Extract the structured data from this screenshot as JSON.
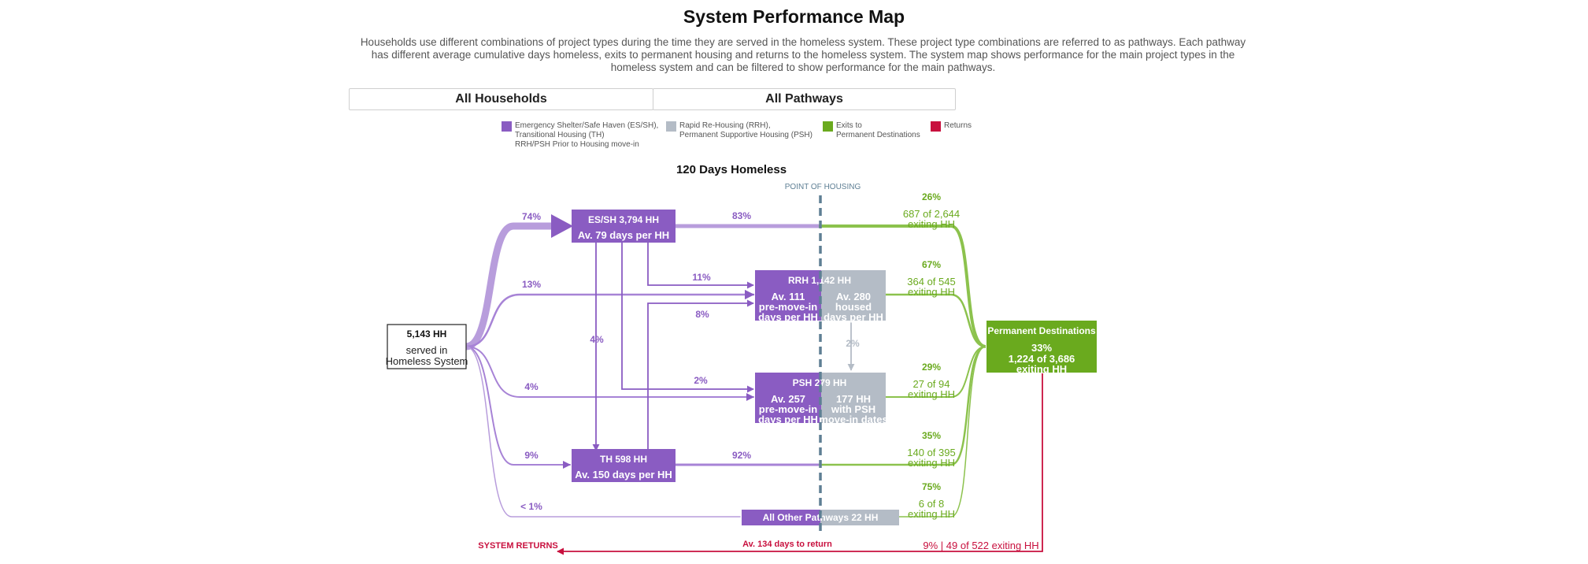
{
  "header": {
    "title": "System Performance Map",
    "description": "Households use different combinations of project types during the time they are served in the homeless system. These project type combinations are referred to as pathways. Each pathway has different average cumulative days homeless, exits to permanent housing and returns to the homeless system. The system map shows performance for the main project types in the homeless system and can be filtered to show performance for the main pathways."
  },
  "filters": {
    "households": "All Households",
    "pathways": "All Pathways"
  },
  "legend": [
    {
      "lines": [
        "Emergency Shelter/Safe Haven (ES/SH),",
        "Transitional Housing (TH)",
        "RRH/PSH Prior to Housing move-in"
      ],
      "color": "#8a5cc2"
    },
    {
      "lines": [
        "Rapid Re-Housing (RRH),",
        "Permanent Supportive Housing (PSH)"
      ],
      "color": "#b4bcc6"
    },
    {
      "lines": [
        "Exits to",
        "Permanent Destinations"
      ],
      "color": "#6aaa1e"
    },
    {
      "lines": [
        "Returns"
      ],
      "color": "#c8103e"
    }
  ],
  "colors": {
    "purple": "#8a5cc2",
    "purple_light": "#b89ddc",
    "gray": "#b4bcc6",
    "green": "#6aaa1e",
    "red": "#c8103e",
    "housing_line": "#5e7f94"
  },
  "map": {
    "heading": "120 Days Homeless",
    "point_of_housing": "POINT OF HOUSING",
    "source": {
      "count": "5,143 HH",
      "line1": "served in",
      "line2": "Homeless System"
    },
    "entry_pcts": {
      "essh": "74%",
      "rrh": "13%",
      "psh": "4%",
      "th": "9%",
      "other": "< 1%"
    },
    "essh": {
      "title": "ES/SH  3,794 HH",
      "sub": "Av. 79 days per HH",
      "pct_to_exit": "83%",
      "pct_to_rrh": "11%",
      "pct_to_th": "4%",
      "pct_to_psh": "2%"
    },
    "rrh": {
      "title": "RRH  1,142 HH",
      "pre": [
        "Av. 111",
        "pre-move-in",
        "days per HH"
      ],
      "post": [
        "Av. 280",
        "housed",
        "days per HH"
      ],
      "pct_to_psh": "2%"
    },
    "psh": {
      "title": "PSH  279 HH",
      "pre": [
        "Av. 257",
        "pre-move-in",
        "days per HH"
      ],
      "post": [
        "177 HH",
        "with PSH",
        "move-in dates"
      ]
    },
    "th": {
      "title": "TH  598 HH",
      "sub": "Av. 150 days per HH",
      "pct_to_exit": "92%",
      "pct_to_rrh": "8%"
    },
    "other": {
      "title": "All Other Pathways  22 HH"
    },
    "exits": [
      {
        "pct": "26%",
        "l1": "687 of 2,644",
        "l2": "exiting HH"
      },
      {
        "pct": "67%",
        "l1": "364 of 545",
        "l2": "exiting HH"
      },
      {
        "pct": "29%",
        "l1": "27 of 94",
        "l2": "exiting HH"
      },
      {
        "pct": "35%",
        "l1": "140 of 395",
        "l2": "exiting HH"
      },
      {
        "pct": "75%",
        "l1": "6 of 8",
        "l2": "exiting HH"
      }
    ],
    "permanent": {
      "title": "Permanent Destinations",
      "pct": "33%",
      "l1": "1,224 of 3,686",
      "l2": "exiting HH"
    },
    "returns": {
      "label": "SYSTEM RETURNS",
      "days": "Av. 134 days to return",
      "summary": "9% | 49 of 522 exiting HH"
    }
  }
}
